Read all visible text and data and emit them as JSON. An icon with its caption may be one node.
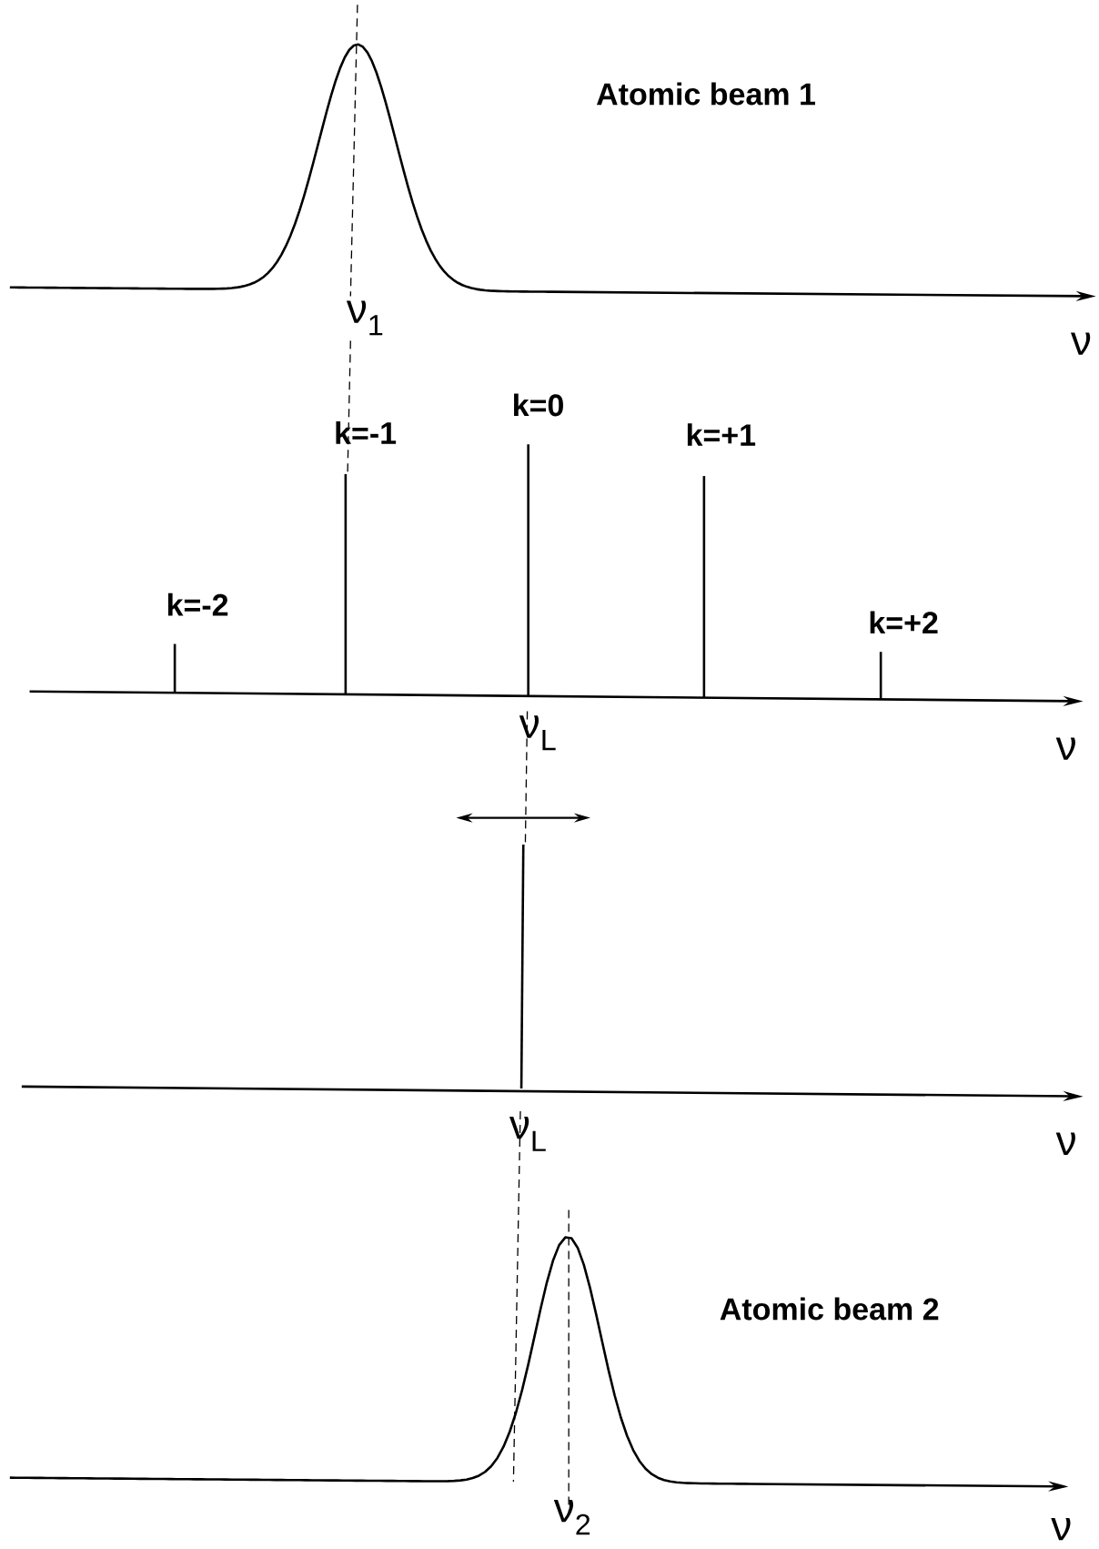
{
  "diagram": {
    "labels": [
      "Atomic beam 1",
      "ν$_{1}$",
      "ν",
      "k=0",
      "k=-1",
      "k=+1",
      "k=-2",
      "k=+2",
      "ν$_{L}$",
      "ν",
      "ν$_{L}$",
      "ν",
      "Atomic beam 2",
      "ν$_{2}$",
      "ν"
    ]
  }
}
